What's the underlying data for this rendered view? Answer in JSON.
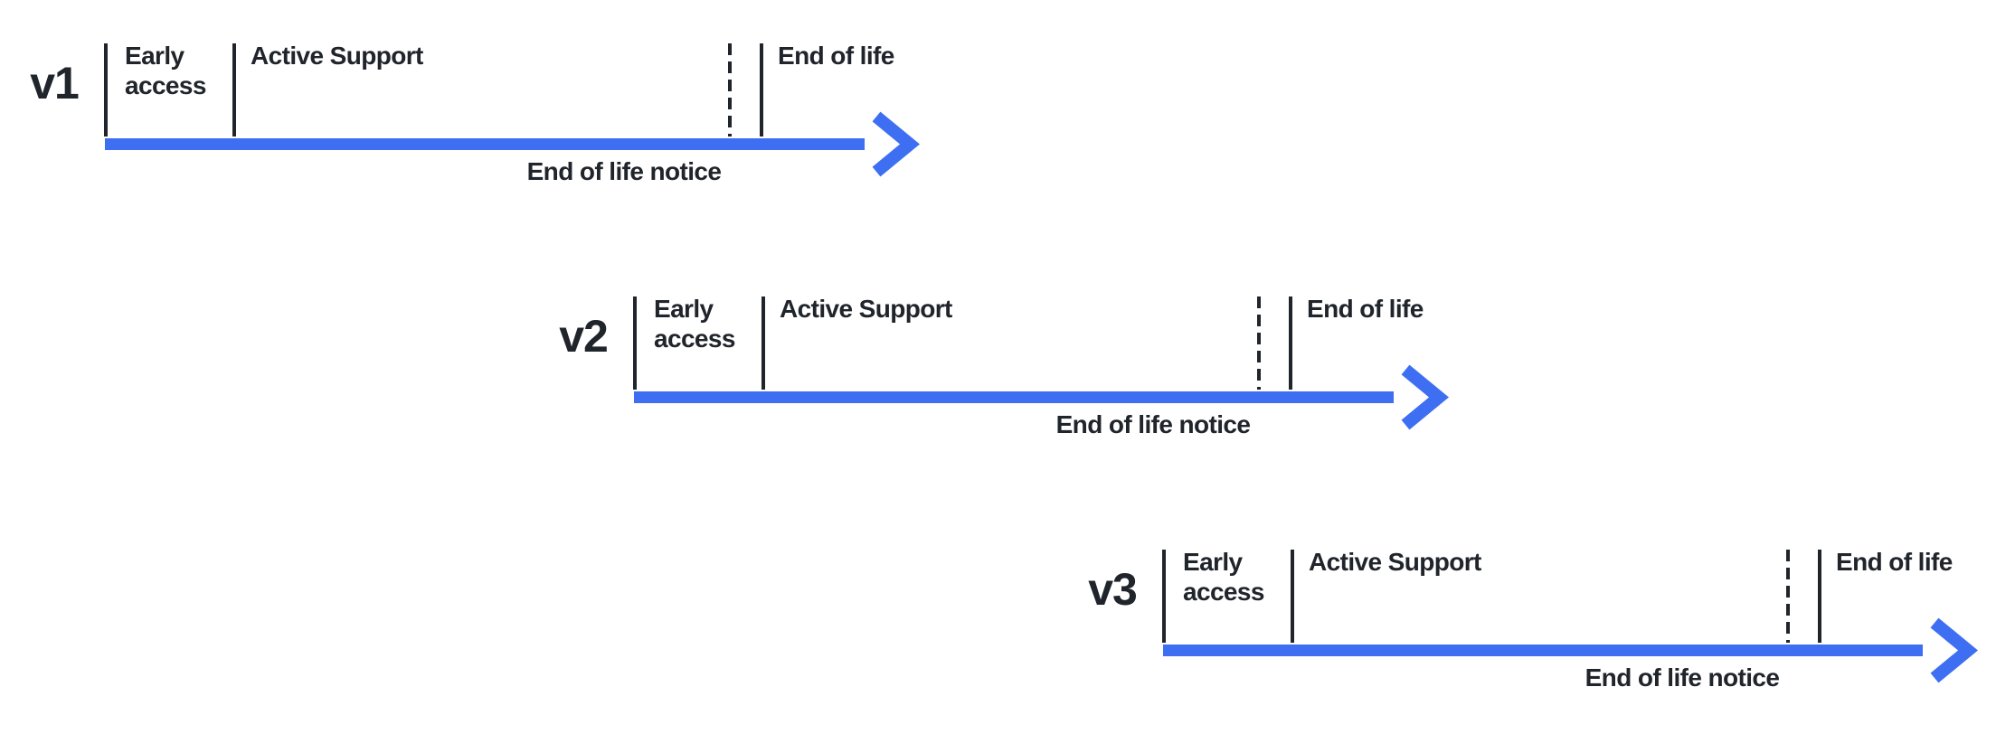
{
  "diagram": {
    "timelines": [
      {
        "version": "v1"
      },
      {
        "version": "v2"
      },
      {
        "version": "v3"
      }
    ],
    "labels": {
      "early_access": "Early access",
      "active_support": "Active Support",
      "end_of_life": "End of life",
      "end_of_life_notice": "End of life notice"
    }
  },
  "colors": {
    "arrow": "#3E6FF2",
    "text": "#20242B",
    "tick": "#20242B",
    "background": "#FFFFFF"
  }
}
